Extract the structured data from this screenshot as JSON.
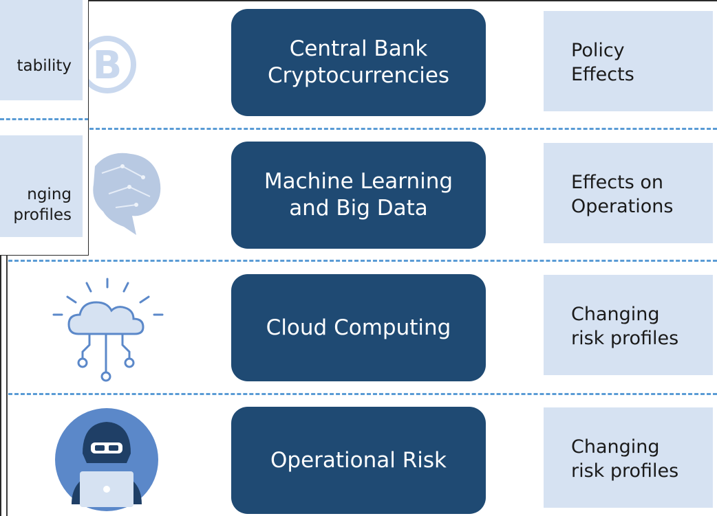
{
  "rows": [
    {
      "label": "Central Bank\nCryptocurrencies",
      "effect": "Policy\nEffects",
      "icon": "bitcoin-icon"
    },
    {
      "label": "Machine Learning\nand Big Data",
      "effect": "Effects on\nOperations",
      "icon": "brain-icon"
    },
    {
      "label": "Cloud Computing",
      "effect": "Changing\nrisk profiles",
      "icon": "cloud-network-icon"
    },
    {
      "label": "Operational Risk",
      "effect": "Changing\nrisk profiles",
      "icon": "hacker-laptop-icon"
    }
  ],
  "overlay": {
    "top_text": "tability",
    "bottom_text": "nging\nprofiles"
  },
  "colors": {
    "center_box": "#1f4a73",
    "effect_box": "#d6e2f2",
    "divider": "#5a9bd5",
    "icon": "#5b88c9"
  }
}
